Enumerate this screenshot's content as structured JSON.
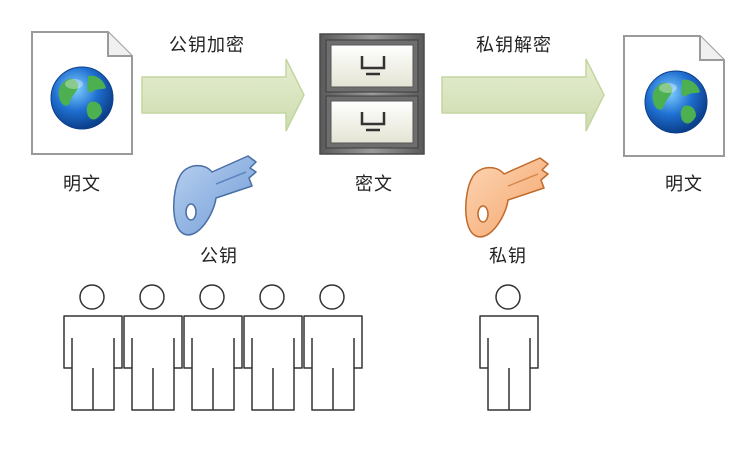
{
  "labels": {
    "encrypt_step": "公钥加密",
    "decrypt_step": "私钥解密",
    "plaintext_left": "明文",
    "ciphertext": "密文",
    "plaintext_right": "明文",
    "public_key": "公钥",
    "private_key": "私钥"
  },
  "colors": {
    "arrow_fill": "#d7e4bd",
    "arrow_stroke": "#c4d6a0",
    "public_key_fill": "#8eb4e3",
    "public_key_stroke": "#4a6fa5",
    "private_key_fill": "#fac090",
    "private_key_stroke": "#c06a2b",
    "cabinet_frame": "#7f7f7f",
    "drawer_fill": "#f2f2e6",
    "globe_ocean": "#1f6fd1",
    "globe_land": "#4caf50"
  },
  "icons": {
    "plaintext_left": "document-globe-icon",
    "ciphertext": "file-cabinet-icon",
    "plaintext_right": "document-globe-icon",
    "public_key": "key-icon",
    "private_key": "key-icon",
    "many_users": "person-icon",
    "single_user": "person-icon"
  },
  "diagram": {
    "public_key_holders_count": 5,
    "private_key_holders_count": 1
  }
}
